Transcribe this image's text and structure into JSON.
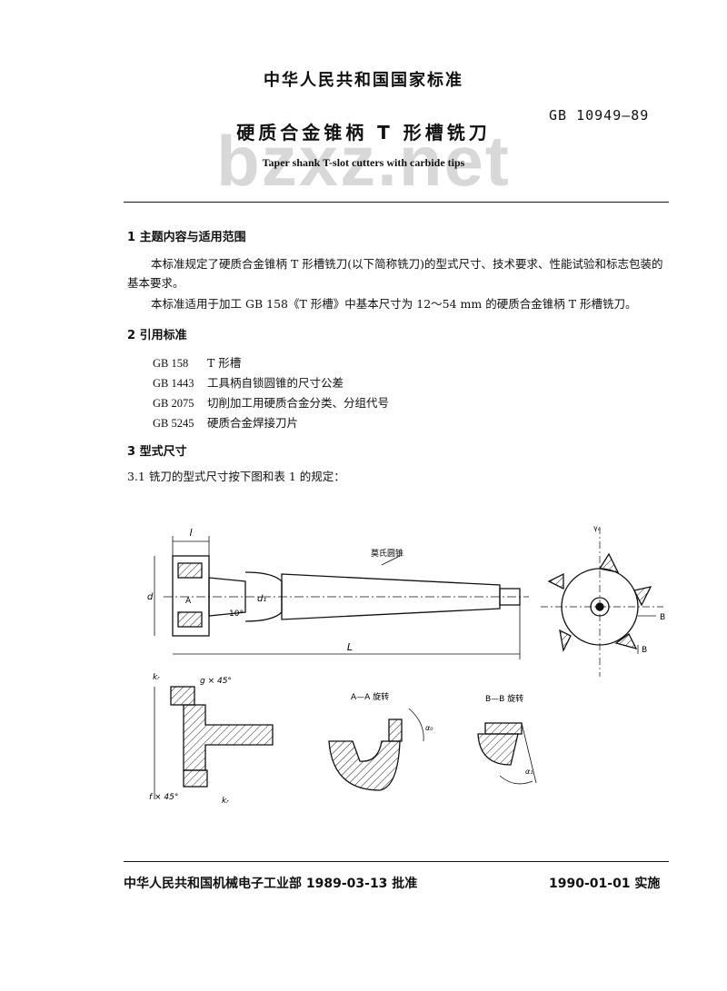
{
  "header": {
    "organization": "中华人民共和国国家标准",
    "standard_number": "GB 10949—89",
    "title_zh": "硬质合金锥柄 T 形槽铣刀",
    "title_en": "Taper shank T-slot cutters with carbide tips",
    "watermark": "bzxz.net"
  },
  "sections": {
    "s1": {
      "title": "1  主题内容与适用范围",
      "p1": "本标准规定了硬质合金锥柄 T 形槽铣刀(以下简称铣刀)的型式尺寸、技术要求、性能试验和标志包装的基本要求。",
      "p2": "本标准适用于加工 GB 158《T 形槽》中基本尺寸为 12～54 mm 的硬质合金锥柄 T 形槽铣刀。"
    },
    "s2": {
      "title": "2  引用标准",
      "refs": [
        {
          "code": "GB 158",
          "name": "T 形槽"
        },
        {
          "code": "GB 1443",
          "name": "工具柄自锁圆锥的尺寸公差"
        },
        {
          "code": "GB 2075",
          "name": "切削加工用硬质合金分类、分组代号"
        },
        {
          "code": "GB 5245",
          "name": "硬质合金焊接刀片"
        }
      ]
    },
    "s3": {
      "title": "3  型式尺寸",
      "p1": "3.1  铣刀的型式尺寸按下图和表 1 的规定："
    }
  },
  "drawing": {
    "label_morse": "莫氏圆锥",
    "label_l": "l",
    "label_L": "L",
    "label_d": "d",
    "label_d1": "d₁",
    "label_angle": "10°",
    "label_A": "A",
    "label_B": "B",
    "label_kr_top": "kᵣ",
    "label_g45": "g × 45°",
    "label_f45": "f × 45°",
    "label_kr_bottom": "kᵣ",
    "label_AA": "A—A 旋转",
    "label_BB": "B—B 旋转",
    "label_alpha0": "α₀",
    "label_alpha1": "α₁",
    "label_gamma": "γₒ"
  },
  "footer": {
    "left": "中华人民共和国机械电子工业部 1989-03-13 批准",
    "right": "1990-01-01 实施"
  }
}
